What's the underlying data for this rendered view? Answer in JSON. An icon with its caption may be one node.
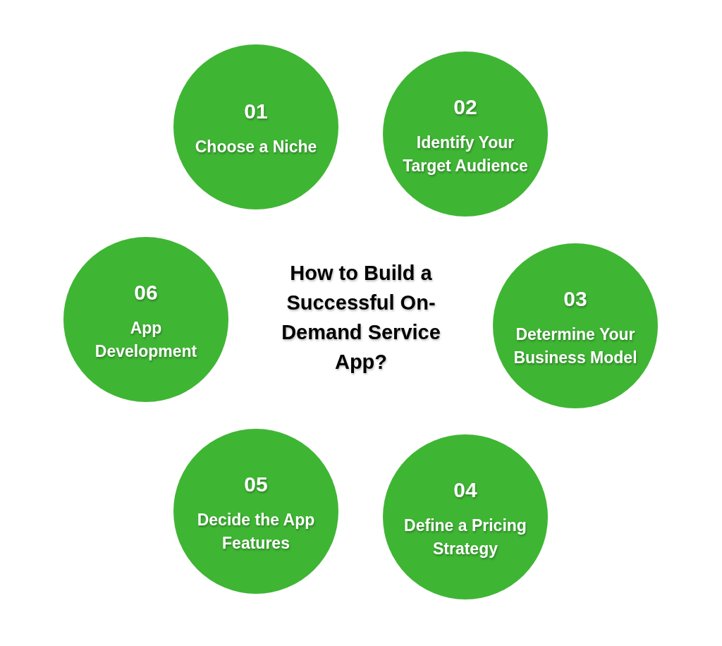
{
  "diagram": {
    "title": "How to Build a Successful On-Demand Service App?",
    "nodes": [
      {
        "text": [
          "01",
          "Choose a Niche"
        ]
      },
      {
        "text": [
          "02",
          "Identify Your Target Audience"
        ]
      },
      {
        "text": [
          "03",
          "Determine Your Business Model"
        ]
      },
      {
        "text": [
          "04",
          "Define a Pricing Strategy"
        ]
      },
      {
        "text": [
          "05",
          "Decide the App Features"
        ]
      },
      {
        "text": [
          "06",
          "App Development"
        ]
      }
    ],
    "edges": []
  }
}
